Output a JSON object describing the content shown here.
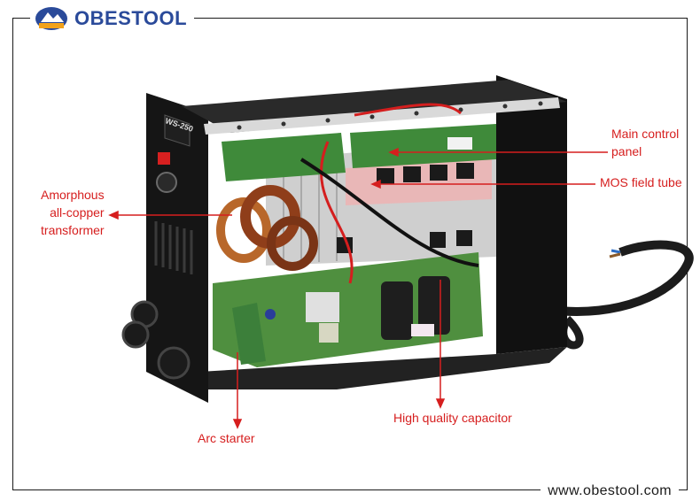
{
  "brand": {
    "name": "OBESTOOL",
    "badge_text": "OBESTOOL",
    "color": "#2a4a9a"
  },
  "product": {
    "model": "WS-250"
  },
  "labels": {
    "main_control_line1": "Main control",
    "main_control_line2": "panel",
    "mos": "MOS field tube",
    "amorphous_line1": "Amorphous",
    "amorphous_line2": "all-copper",
    "amorphous_line3": "transformer",
    "capacitor": "High quality capacitor",
    "arc_starter": "Arc starter"
  },
  "footer": {
    "url": "www.obestool.com"
  },
  "colors": {
    "label": "#d61e1e",
    "frame": "#1a1a1a",
    "pcb_green": "#3f8a3a",
    "heatsink": "#c9c9c9",
    "chassis": "#141414"
  }
}
